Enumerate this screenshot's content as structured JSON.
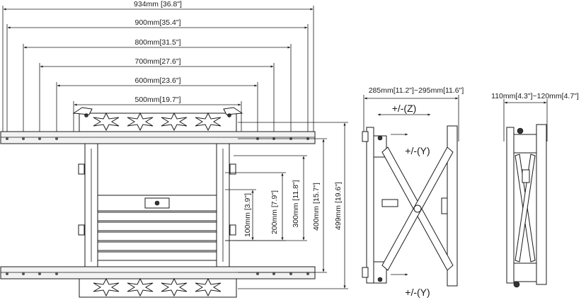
{
  "front_view": {
    "widths": [
      {
        "label": "934mm [36.8\"]"
      },
      {
        "label": "900mm[35.4\"]"
      },
      {
        "label": "800mm[31.5\"]"
      },
      {
        "label": "700mm[27.6\"]"
      },
      {
        "label": "600mm[23.6\"]"
      },
      {
        "label": "500mm[19.7\"]"
      }
    ],
    "heights": [
      {
        "label": "100mm [3.9\"]"
      },
      {
        "label": "200mm [7.9\"]"
      },
      {
        "label": "300mm [11.8\"]"
      },
      {
        "label": "400mm [15.7\"]"
      },
      {
        "label": "499mm [19.6\"]"
      }
    ]
  },
  "side_view": {
    "depth_label": "285mm[11.2\"]~295mm[11.6\"]",
    "z_label": "+/-(Z)",
    "y_label_top": "+/-(Y)",
    "y_label_bottom": "+/-(Y)"
  },
  "collapsed_view": {
    "depth_label": "110mm[4.3\"]~120mm[4.7\"]"
  }
}
